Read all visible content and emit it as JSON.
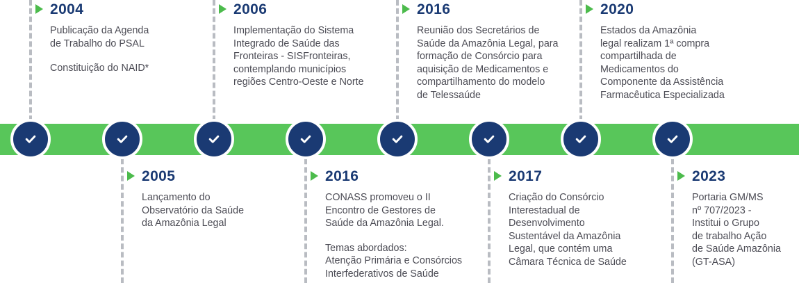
{
  "colors": {
    "track_green": "#58c65a",
    "node_navy": "#1a3a73",
    "marker_green": "#4cbb4c",
    "dash_gray": "#b9bcc2",
    "body_text": "#4c4c55"
  },
  "timeline": {
    "node_count": 8,
    "milestones": [
      {
        "year": "2004",
        "position": "top",
        "node_index": 1,
        "paragraphs": [
          "Publicação da Agenda\nde Trabalho do PSAL",
          "Constituição do NAID*"
        ]
      },
      {
        "year": "2005",
        "position": "bottom",
        "node_index": 2,
        "paragraphs": [
          "Lançamento do\nObservatório da Saúde\nda Amazônia Legal"
        ]
      },
      {
        "year": "2006",
        "position": "top",
        "node_index": 3,
        "paragraphs": [
          "Implementação do Sistema\nIntegrado de Saúde das\nFronteiras - SISFronteiras,\ncontemplando municípios\nregiões Centro-Oeste e Norte"
        ]
      },
      {
        "year": "2016",
        "position": "bottom",
        "node_index": 4,
        "paragraphs": [
          "CONASS promoveu o II\nEncontro de Gestores de\nSaúde da Amazônia Legal.",
          "Temas abordados:\nAtenção Primária e Consórcios\nInterfederativos de Saúde"
        ]
      },
      {
        "year": "2016",
        "position": "top",
        "node_index": 5,
        "paragraphs": [
          "Reunião dos Secretários de\nSaúde da Amazônia Legal, para\nformação de Consórcio para\naquisição de Medicamentos e\ncompartilhamento do modelo\nde Telessaúde"
        ]
      },
      {
        "year": "2017",
        "position": "bottom",
        "node_index": 6,
        "paragraphs": [
          "Criação do Consórcio\nInterestadual de\nDesenvolvimento\nSustentável da Amazônia\nLegal, que contém uma\nCâmara Técnica de Saúde"
        ]
      },
      {
        "year": "2020",
        "position": "top",
        "node_index": 7,
        "paragraphs": [
          "Estados da Amazônia\nlegal realizam 1ª compra\ncompartilhada de\nMedicamentos do\nComponente da Assistência\nFarmacêutica Especializada"
        ]
      },
      {
        "year": "2023",
        "position": "bottom",
        "node_index": 8,
        "paragraphs": [
          "Portaria GM/MS\nnº 707/2023 -\nInstitui o Grupo\nde trabalho Ação\nde Saúde Amazônia\n(GT-ASA)"
        ]
      }
    ]
  },
  "icons": {
    "node": "check-icon",
    "marker": "play-triangle-icon"
  }
}
